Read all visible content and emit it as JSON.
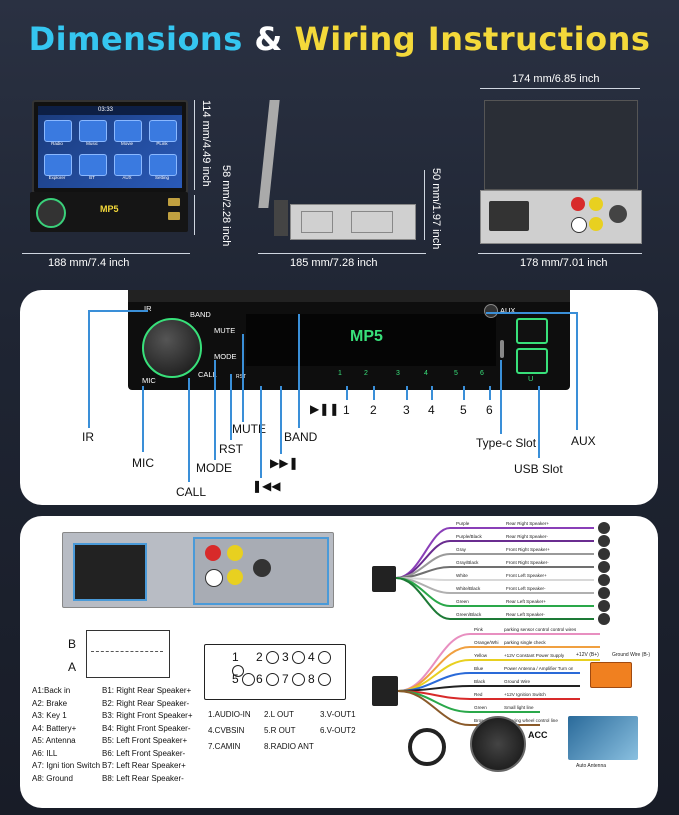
{
  "title": {
    "part1": "Dimensions",
    "amp": "&",
    "part2": "Wiring Instructions"
  },
  "dimensions": {
    "front_width": "188 mm/7.4 inch",
    "screen_height": "114 mm/4.49 inch",
    "body_height": "58 mm/2.28 inch",
    "side_depth": "185 mm/7.28 inch",
    "side_height": "50 mm/1.97 inch",
    "back_top_width": "174 mm/6.85 inch",
    "back_width": "178 mm/7.01 inch"
  },
  "screen": {
    "tabs": [
      "Radio",
      "Music",
      "Movie",
      "PLink",
      "Explorer",
      "BT",
      "AUX",
      "Setting"
    ],
    "clock": "03:33",
    "front_label": "MP5"
  },
  "panel_buttons": {
    "display": "MP5",
    "ir": "IR",
    "band": "BAND",
    "mute": "MUTE",
    "mode": "MODE",
    "call": "CALL",
    "mic": "MIC",
    "rst": "RST",
    "aux": "AUX",
    "usb_symbol": "U",
    "presets": [
      "1",
      "2",
      "3",
      "4",
      "5",
      "6"
    ]
  },
  "callouts": {
    "ir": "IR",
    "mic": "MIC",
    "mode": "MODE",
    "call": "CALL",
    "rst": "RST",
    "mute": "MUTE",
    "band": "BAND",
    "play_pause": "▶❚❚",
    "next": "▶▶❚",
    "prev": "❚◀◀",
    "presets": [
      "1",
      "2",
      "3",
      "4",
      "5",
      "6"
    ],
    "typec": "Type-c Slot",
    "usb": "USB Slot",
    "aux": "AUX"
  },
  "connector": {
    "row_b": "B",
    "row_a": "A",
    "a_pins": [
      "A1:Back   in",
      "A2: Brake",
      "A3: Key 1",
      "A4: Battery+",
      "A5: Antenna",
      "A6: ILL",
      "A7:  Igni tion Switch",
      "A8: Ground"
    ],
    "b_pins": [
      "B1: Right Rear Speaker+",
      "B2: Right Rear Speaker-",
      "B3: Right Front Speaker+",
      "B4: Right Front Speaker-",
      "B5: Left Front Speaker+",
      "B6: Left Front Speaker-",
      "B7: Left Rear Speaker+",
      "B8: Left Rear Speaker-"
    ]
  },
  "rca": {
    "numbers": [
      "1",
      "2",
      "3",
      "4",
      "5",
      "6",
      "7",
      "8"
    ],
    "legend": [
      "1.AUDIO-IN",
      "2.L OUT",
      "3.V-OUT1",
      "4.CVBSIN",
      "5.R OUT",
      "6.V-OUT2",
      "7.CAMIN",
      "8.RADIO ANT"
    ]
  },
  "wiring": {
    "speaker_wires": [
      {
        "color": "Purple",
        "label": "Rear Right Speaker+",
        "hex": "#8a3fb8"
      },
      {
        "color": "Purple/Black",
        "label": "Rear Right Speaker-",
        "hex": "#6a2d90"
      },
      {
        "color": "Gray",
        "label": "Front Right Speaker+",
        "hex": "#9a9a9a"
      },
      {
        "color": "Gray/Black",
        "label": "Front Right Speaker-",
        "hex": "#707070"
      },
      {
        "color": "White",
        "label": "Front Left Speaker+",
        "hex": "#d8d8d8"
      },
      {
        "color": "White/Black",
        "label": "Front Left Speaker-",
        "hex": "#b0b0b0"
      },
      {
        "color": "Green",
        "label": "Rear Left Speaker+",
        "hex": "#2aa84a"
      },
      {
        "color": "Green/Black",
        "label": "Rear Left Speaker-",
        "hex": "#1d7a36"
      }
    ],
    "power_wires": [
      {
        "color": "Pink",
        "label": "parking sensor control control wires",
        "hex": "#e88fc0"
      },
      {
        "color": "Orange/Whi",
        "label": "parking single check",
        "hex": "#f0a040"
      },
      {
        "color": "Yellow",
        "label": "+12V Constant Power Supply",
        "hex": "#e8d020"
      },
      {
        "color": "Blue",
        "label": "Power Antenna / Amplifier Turn on",
        "hex": "#2a6ad8"
      },
      {
        "color": "Black",
        "label": "Ground Wire",
        "hex": "#222222"
      },
      {
        "color": "Red",
        "label": "+12V Ignition Switch",
        "hex": "#d82a2a"
      },
      {
        "color": "Green",
        "label": "Small light line",
        "hex": "#2aa84a"
      },
      {
        "color": "Brown",
        "label": "Steering wheel control line",
        "hex": "#8a5a2a"
      }
    ],
    "battery_plus": "+12V  (B+)",
    "battery_minus": "Ground Wire (B-)",
    "acc": "ACC",
    "auto_antenna": "Auto Antenna"
  },
  "colors": {
    "accent_cyan": "#35c6f0",
    "accent_yellow": "#f4d93a",
    "callout_blue": "#3a8fd8",
    "panel_green": "#38e07a"
  }
}
